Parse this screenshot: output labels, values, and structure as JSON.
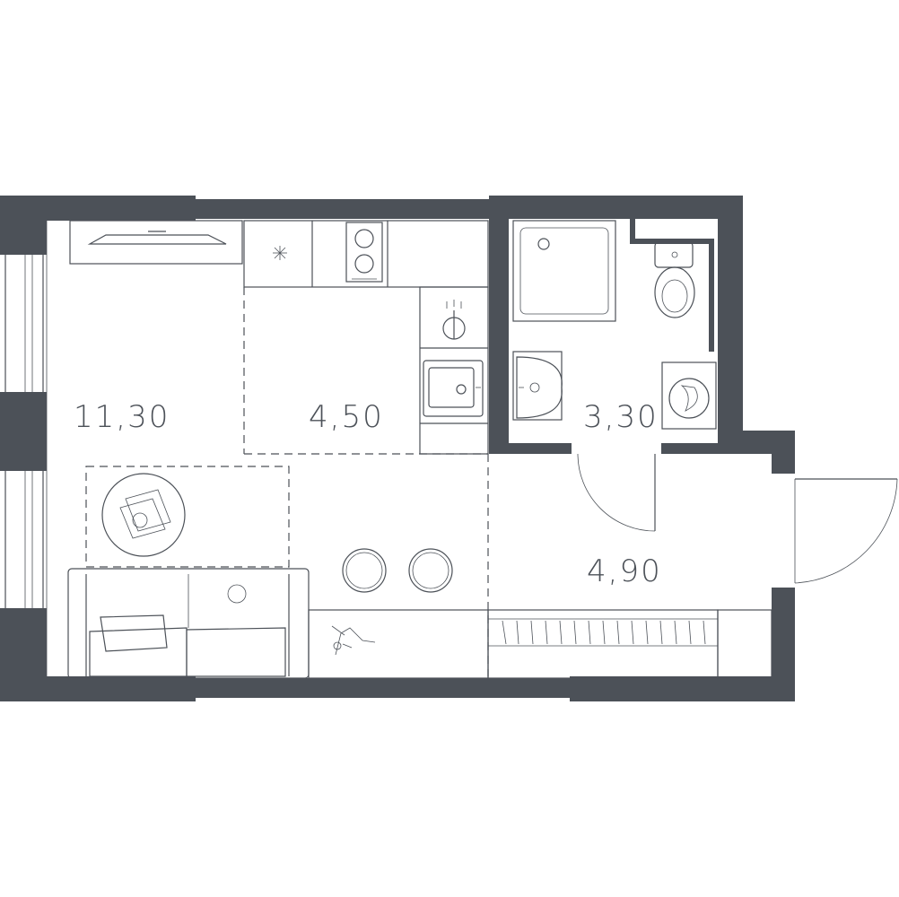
{
  "rooms": [
    {
      "id": "living-room",
      "area": "11,30"
    },
    {
      "id": "kitchen",
      "area": "4,50"
    },
    {
      "id": "bathroom",
      "area": "3,30"
    },
    {
      "id": "hallway",
      "area": "4,90"
    }
  ],
  "colors": {
    "wall": "#4c5158",
    "background": "#ffffff"
  },
  "icons": [
    "window-icon",
    "door-swing-icon",
    "shower-icon",
    "toilet-icon",
    "sink-icon",
    "washing-machine-icon",
    "stove-icon",
    "kitchen-sink-icon",
    "sofa-icon",
    "table-icon",
    "chair-icon",
    "wardrobe-icon",
    "tv-icon",
    "plant-icon"
  ]
}
